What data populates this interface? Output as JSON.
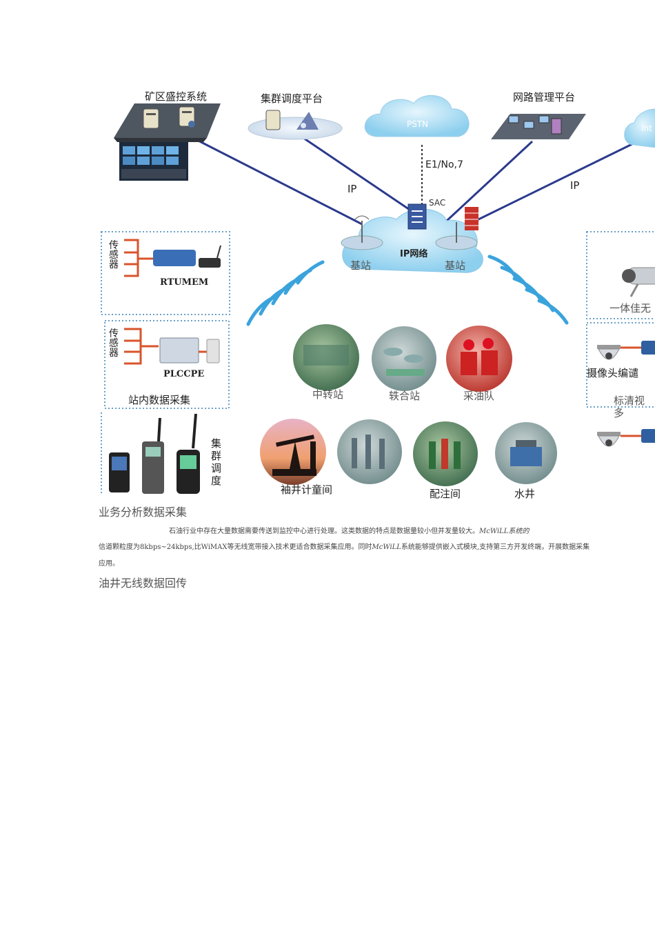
{
  "diagram": {
    "nodes": {
      "mine_monitor": "矿区盛控系统",
      "dispatch_platform": "集群调度平台",
      "pstn": "PSTN",
      "network_mgmt": "网路管理平台",
      "internet_partial": "Int",
      "e1_label": "E1/No,7",
      "sac_label": "SAC",
      "ip_left": "IP",
      "ip_right": "IP",
      "ip_network": "IP网络",
      "base_station_left": "基站",
      "base_station_right": "基站",
      "sensor_1": "传感器",
      "rtumem": "RTUMEM",
      "sensor_2": "传感器",
      "plccpe": "PLCCPE",
      "station_data": "站内数据采集",
      "cluster_dispatch": "集群调度",
      "transfer_station": "中转站",
      "combined_station": "轶合站",
      "oil_extraction": "采油队",
      "oil_well": "袖井计童间",
      "injection_room": "配注间",
      "water_well": "水井",
      "camera_integrated": "一体佳无",
      "camera_encoder": "摄像头编谴",
      "hd_video": "标清视",
      "hd_video_more": "多"
    }
  },
  "caption_1": "业务分析数据采集",
  "paragraph": {
    "line1_a": "石油行业中存在大量数据需要传送到监控中心进行处理。这类数据的特点是数据量较小但并发量较大。",
    "brand_1": "McWiLL",
    "line1_b": "系统的",
    "line2_a": "信道颗粒度为8kbps~24kbps,比WiMAX等无线宽带接入技术更适合数据采集应用。同时",
    "brand_2": "McWiLL",
    "line2_b": "系统能够提供嵌入式模块,支持第三方开发终端，开展数据采集",
    "line3": "应用。"
  },
  "caption_2": "油井无线数据回传",
  "colors": {
    "link_line": "#2b3a8c",
    "bracket": "#d9532b",
    "dotted_border": "#6aa0c8",
    "cloud": "#9fd4ef",
    "wave": "#3aa3dc"
  }
}
